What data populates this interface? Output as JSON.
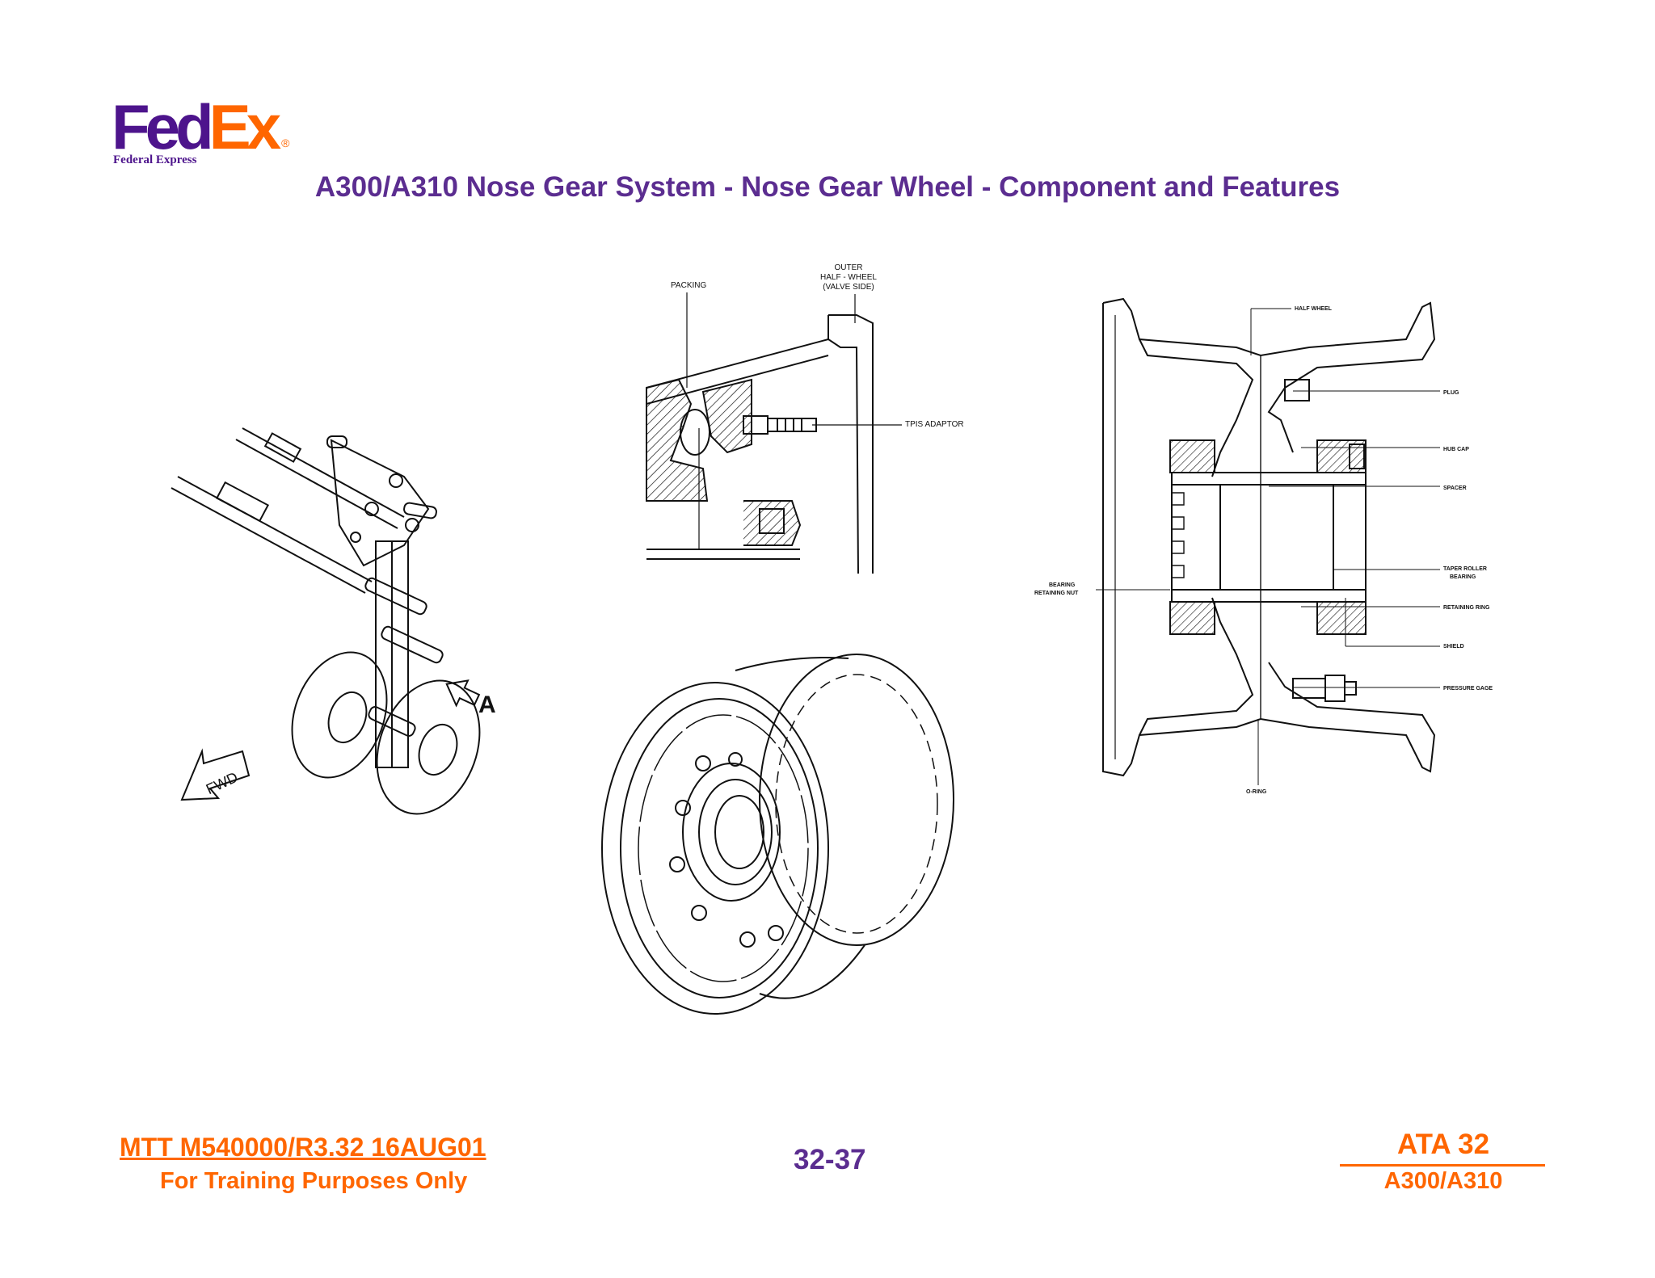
{
  "logo": {
    "fed": "Fed",
    "ex": "Ex",
    "reg": "®",
    "subtitle": "Federal Express"
  },
  "title": "A300/A310 Nose Gear System - Nose Gear Wheel - Component and Features",
  "diagram_center": {
    "labels": {
      "packing": "PACKING",
      "outer_1": "OUTER",
      "outer_2": "HALF - WHEEL",
      "outer_3": "(VALVE SIDE)",
      "tpis": "TPIS ADAPTOR"
    }
  },
  "diagram_left": {
    "labels": {
      "fwd": "FWD",
      "view": "A"
    }
  },
  "diagram_right": {
    "labels": {
      "half_wheel": "HALF WHEEL",
      "plug": "PLUG",
      "hub_cap": "HUB CAP",
      "spacer": "SPACER",
      "taper_1": "TAPER ROLLER",
      "taper_2": "BEARING",
      "retaining_ring": "RETAINING RING",
      "shield": "SHIELD",
      "pressure_gage": "PRESSURE GAGE",
      "bearing_nut_1": "BEARING",
      "bearing_nut_2": "RETAINING NUT",
      "o_ring": "O-RING"
    }
  },
  "footer": {
    "doc_id": "MTT M540000/R3.32 16AUG01",
    "training": "For Training Purposes Only",
    "page": "32-37",
    "ata": "ATA 32",
    "aircraft": "A300/A310"
  },
  "colors": {
    "fedex_purple": "#4d148c",
    "fedex_orange": "#ff6600",
    "title_purple": "#5b2d90"
  }
}
